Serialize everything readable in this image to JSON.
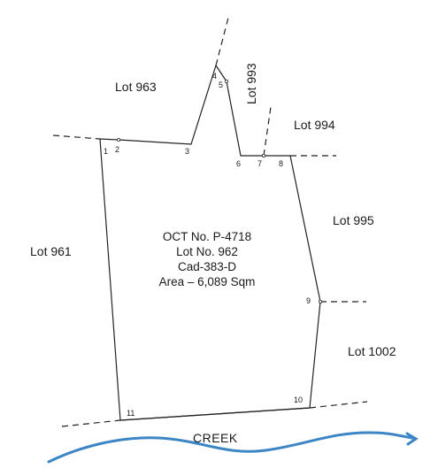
{
  "lots": {
    "lot_963": "Lot 963",
    "lot_993": "Lot 993",
    "lot_994": "Lot 994",
    "lot_995": "Lot 995",
    "lot_961": "Lot 961",
    "lot_1002": "Lot 1002"
  },
  "parcel": {
    "title": "OCT No. P-4718",
    "lot": "Lot No. 962",
    "cad": "Cad-383-D",
    "area": "Area – 6,089 Sqm"
  },
  "corners": [
    "1",
    "2",
    "3",
    "4",
    "5",
    "6",
    "7",
    "8",
    "9",
    "10",
    "11"
  ],
  "creek_label": "CREEK",
  "colors": {
    "line": "#222222",
    "creek": "#3d86c6"
  }
}
